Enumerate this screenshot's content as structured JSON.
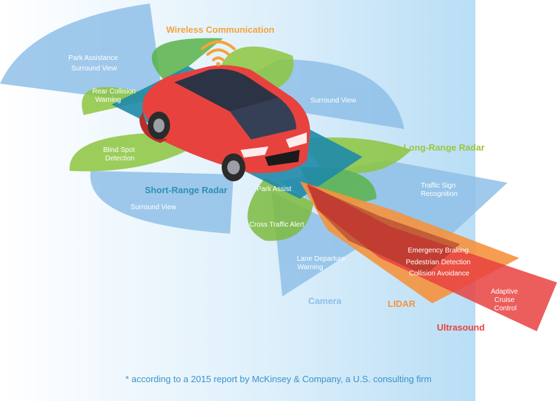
{
  "categories": {
    "wireless": "Wireless Communication",
    "short_range_radar": "Short-Range Radar",
    "long_range_radar": "Long-Range Radar",
    "camera": "Camera",
    "lidar": "LIDAR",
    "ultrasound": "Ultrasound"
  },
  "labels": {
    "park_assistance": [
      "Park Assistance",
      "Surround View"
    ],
    "rear_collision": [
      "Rear Collision",
      "Warning"
    ],
    "surround_view_right": "Surround View",
    "blind_spot": [
      "Blind Spot",
      "Detection"
    ],
    "surround_view_left": "Surround View",
    "park_assist": "Park Assist",
    "cross_traffic": "Cross Traffic Alert",
    "traffic_sign": [
      "Traffic Sign",
      "Recognition"
    ],
    "lane_departure": [
      "Lane Departure",
      "Warning"
    ],
    "emergency": [
      "Emergency Braking",
      "Pedestrian Detection",
      "Collision Avoidance"
    ],
    "acc": [
      "Adaptive",
      "Cruise",
      "Control"
    ]
  },
  "colors": {
    "wireless": "#f5a33a",
    "short_range_radar": "#2e8fb6",
    "long_range_radar": "#9bc63c",
    "camera": "#8fc0e8",
    "lidar": "#f5923e",
    "ultrasound": "#e8423f",
    "car": "#e8423f",
    "footnote": "#3a93c8"
  },
  "icons": {
    "wifi": "wifi-icon",
    "car": "car-icon"
  },
  "footnote": "* according to a 2015 report by McKinsey & Company, a U.S. consulting firm"
}
